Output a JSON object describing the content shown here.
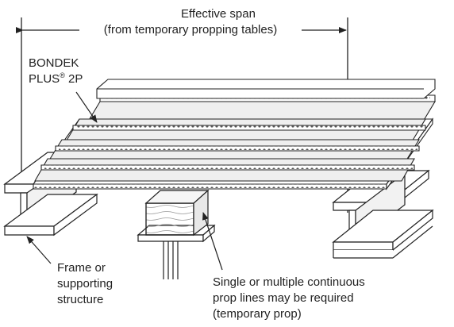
{
  "labels": {
    "span_line1": "Effective span",
    "span_line2": "(from temporary propping tables)",
    "product_line1": "BONDEK",
    "product_line2a": "PLUS",
    "product_reg": "®",
    "product_line2b": " 2P",
    "frame_line1": "Frame or",
    "frame_line2": "supporting",
    "frame_line3": "structure",
    "prop_line1": "Single or multiple continuous",
    "prop_line2": "prop lines may be required",
    "prop_line3": "(temporary prop)"
  },
  "colors": {
    "ink": "#222222",
    "steel_fill": "#ffffff",
    "rib_fill": "#efefef",
    "shade": "#cfcfcf"
  }
}
